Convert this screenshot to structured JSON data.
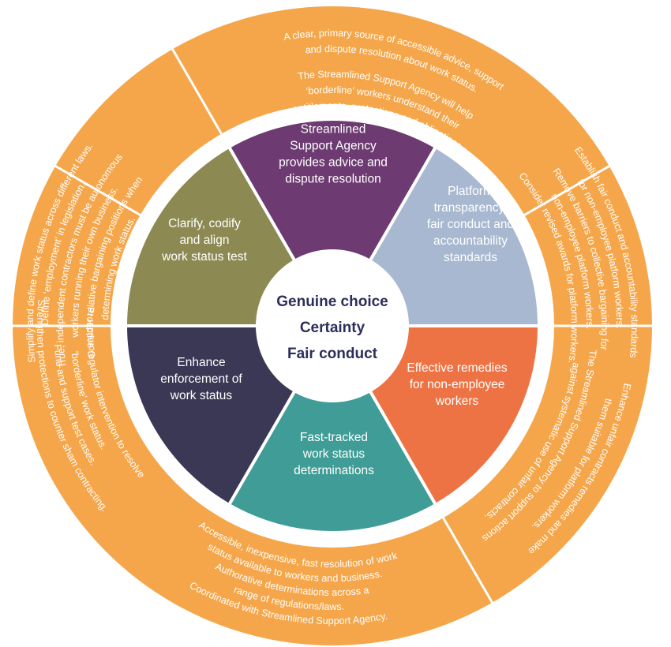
{
  "colors": {
    "outer_ring": "#f5a64a",
    "outer_divider": "#ffffff",
    "ring_background": "#ffffff",
    "center_circle": "#ffffff",
    "center_text": "#2b2e5a"
  },
  "center": {
    "lines": [
      "Genuine choice",
      "Certainty",
      "Fair conduct"
    ]
  },
  "segments": [
    {
      "id": "support-agency",
      "color": "#6d3b72",
      "text_color": "#ffffff",
      "lines": [
        "Streamlined",
        "Support Agency",
        "provides advice and",
        "dispute resolution"
      ]
    },
    {
      "id": "platform-transparency",
      "color": "#a8b8d0",
      "text_color": "#ffffff",
      "lines": [
        "Platform",
        "transparency,",
        "fair conduct and",
        "accountability",
        "standards"
      ]
    },
    {
      "id": "effective-remedies",
      "color": "#ee7344",
      "text_color": "#ffffff",
      "lines": [
        "Effective remedies",
        "for non-employee",
        "workers"
      ]
    },
    {
      "id": "fast-tracked",
      "color": "#3f9c96",
      "text_color": "#ffffff",
      "lines": [
        "Fast-tracked",
        "work status",
        "determinations"
      ]
    },
    {
      "id": "enforcement",
      "color": "#3b3856",
      "text_color": "#ffffff",
      "lines": [
        "Enhance",
        "enforcement of",
        "work status"
      ]
    },
    {
      "id": "clarify",
      "color": "#8c8a52",
      "text_color": "#ffffff",
      "lines": [
        "Clarify, codify",
        "and align",
        "work status test"
      ]
    }
  ],
  "outer_segments": [
    {
      "id": "top",
      "lines": [
        "A clear, primary source of accessible advice, support",
        "and dispute resolution about work status.",
        "",
        "The Streamlined Support Agency will help",
        "‘borderline’ workers understand their",
        "entitlements, protections and obligations."
      ]
    },
    {
      "id": "upper-right",
      "lines": [
        "Establish fair conduct and accountability standards",
        "for non-employee platform workers.",
        "Remove barriers to collective bargaining for",
        "non-employee platform workers.",
        "Consider revised awards for platform workers."
      ]
    },
    {
      "id": "lower-right",
      "lines": [
        "Enhance unfair contracts remedies and make",
        "them suitable for platform workers.",
        "",
        "The Streamlined Support Agency to support actions",
        "against systematic use of unfair contracts."
      ]
    },
    {
      "id": "bottom",
      "lines": [
        "Accessible, inexpensive, fast resolution of work",
        "status available to workers and business.",
        "Authorative determinations across a",
        "range of regulations/laws.",
        "Coordinated with Streamlined Support Agency."
      ]
    },
    {
      "id": "lower-left",
      "lines": [
        "Proactive regulator intervention to resolve",
        "‘borderline’ work status.",
        "Fund and support test cases.",
        "Strengthen protections to counter sham contracting."
      ]
    },
    {
      "id": "upper-left",
      "lines": [
        "Simplify and define work status across different laws.",
        "Define ‘employment’ in legislation.",
        "True, independent contractors must be autonomous",
        "workers running their own business.",
        "Consider relative bargaining positions when",
        "determining work status."
      ]
    }
  ]
}
